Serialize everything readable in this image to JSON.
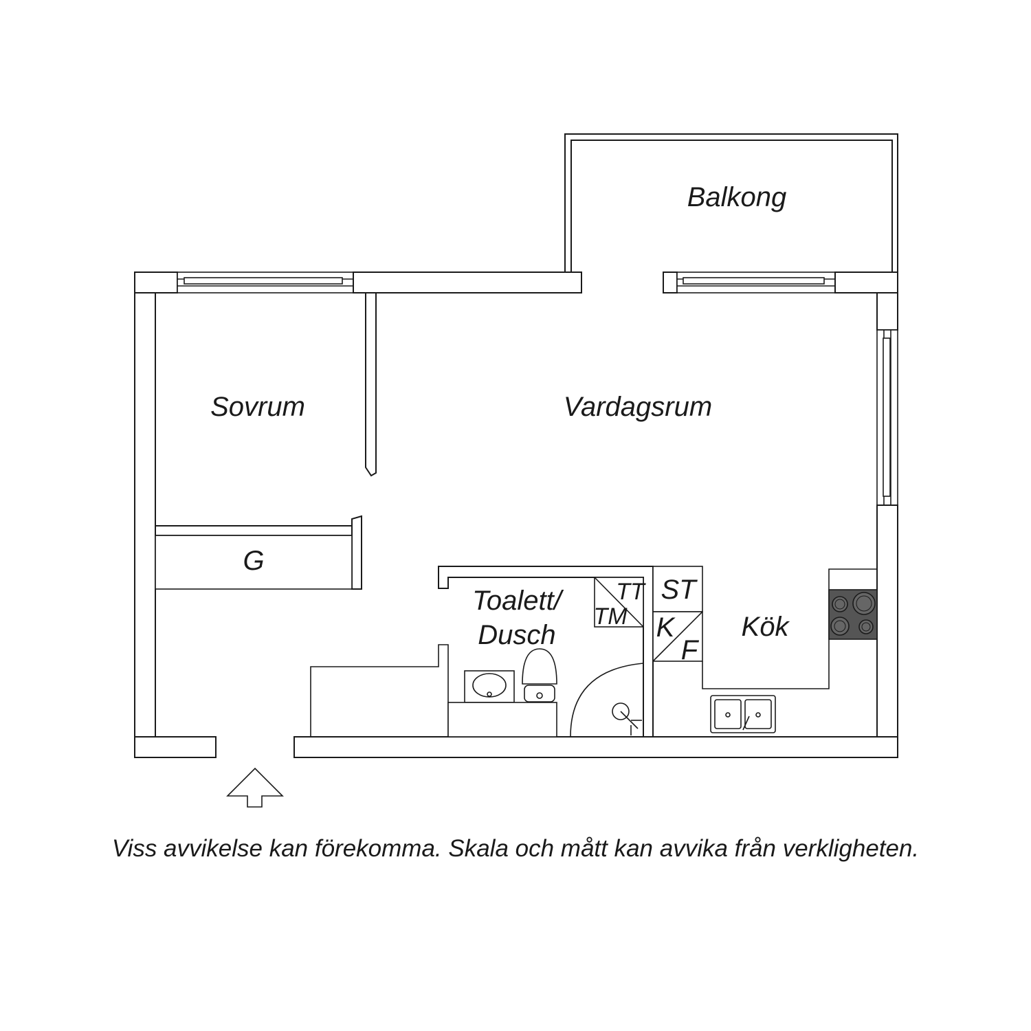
{
  "rooms": {
    "balcony": "Balkong",
    "bedroom": "Sovrum",
    "living_room": "Vardagsrum",
    "wardrobe": "G",
    "bathroom_line1": "Toalett/",
    "bathroom_line2": "Dusch",
    "kitchen": "Kök"
  },
  "appliances": {
    "dryer": "TT",
    "washer": "TM",
    "storage": "ST",
    "fridge": "K",
    "freezer": "F"
  },
  "disclaimer": "Viss avvikelse kan förekomma. Skala och mått kan avvika från verkligheten.",
  "colors": {
    "line": "#1a1a1a",
    "stove": "#555555"
  }
}
